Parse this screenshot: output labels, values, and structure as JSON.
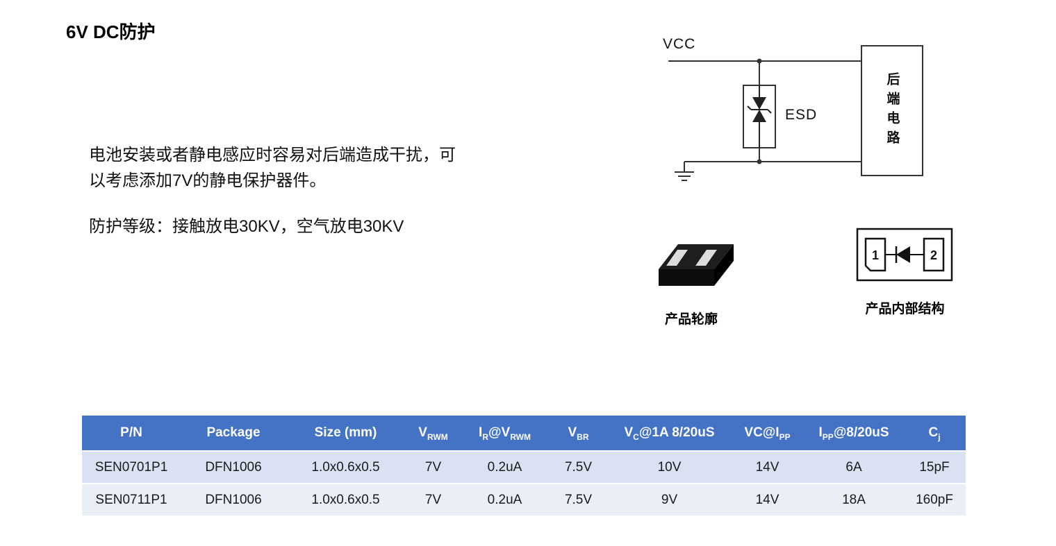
{
  "page": {
    "title": "6V DC防护",
    "description": "电池安装或者静电感应时容易对后端造成干扰，可以考虑添加7V的静电保护器件。",
    "protection_level": "防护等级：接触放电30KV，空气放电30KV"
  },
  "circuit": {
    "vcc_label": "VCC",
    "esd_label": "ESD",
    "backend_label": "后端电路"
  },
  "figures": {
    "outline_caption": "产品轮廓",
    "internal_caption": "产品内部结构",
    "pin1": "1",
    "pin2": "2"
  },
  "colors": {
    "header_bg": "#4472C4",
    "row_odd": "#D9E1F2",
    "row_even": "#EAEEF6",
    "line": "#333333"
  },
  "table": {
    "headers": {
      "pn": "P/N",
      "package": "Package",
      "size": "Size (mm)",
      "vrwm": {
        "p1": "V",
        "s1": "RWM"
      },
      "ir": {
        "p1": "I",
        "s1": "R",
        "p2": "@V",
        "s2": "RWM"
      },
      "vbr": {
        "p1": "V",
        "s1": "BR"
      },
      "vc": {
        "p1": "V",
        "s1": "C",
        "p2": "@1A 8/20uS"
      },
      "vcipp": {
        "p1": "VC@I",
        "s1": "PP"
      },
      "ipp": {
        "p1": "I",
        "s1": "PP",
        "p2": "@8/20uS"
      },
      "cj": {
        "p1": "C",
        "s1": "j"
      }
    },
    "rows": [
      [
        "SEN0701P1",
        "DFN1006",
        "1.0x0.6x0.5",
        "7V",
        "0.2uA",
        "7.5V",
        "10V",
        "14V",
        "6A",
        "15pF"
      ],
      [
        "SEN0711P1",
        "DFN1006",
        "1.0x0.6x0.5",
        "7V",
        "0.2uA",
        "7.5V",
        "9V",
        "14V",
        "18A",
        "160pF"
      ]
    ]
  }
}
